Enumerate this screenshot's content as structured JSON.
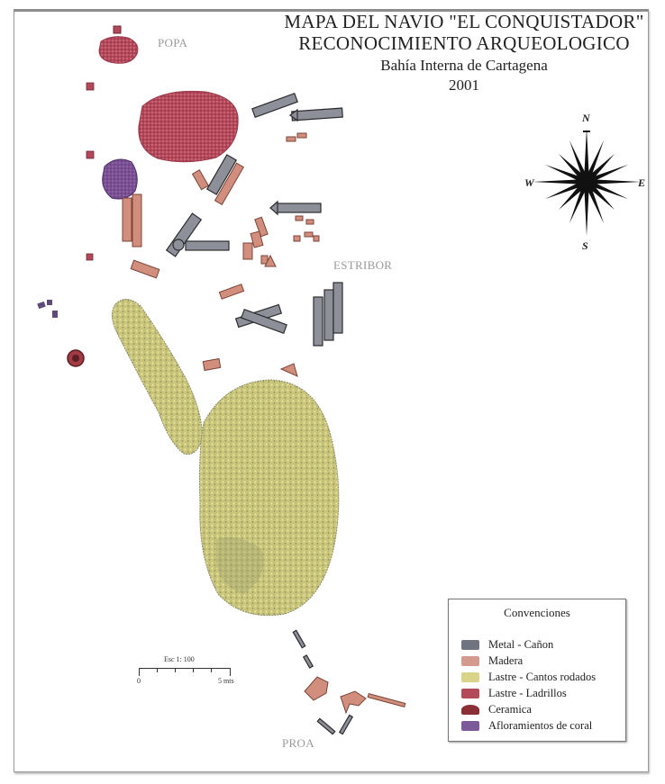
{
  "title": {
    "line1": "MAPA DEL NAVIO  \"EL CONQUISTADOR\"",
    "line2": "RECONOCIMIENTO ARQUEOLOGICO",
    "line3": "Bahía Interna de Cartagena",
    "year": "2001"
  },
  "orientation_labels": {
    "popa": "POPA",
    "estribor": "ESTRIBOR",
    "proa": "PROA"
  },
  "compass": {
    "icon": "compass-rose-icon",
    "north": "N",
    "south": "S",
    "east": "E",
    "west": "W"
  },
  "scale_bar": {
    "title": "Esc 1: 100",
    "start": "0",
    "end": "5 mts"
  },
  "legend": {
    "title": "Convenciones",
    "items": [
      {
        "label": "Metal - Cañon",
        "icon": "metal-cannon-swatch",
        "color": "#6f7480"
      },
      {
        "label": "Madera",
        "icon": "wood-swatch",
        "color": "#d49a8e"
      },
      {
        "label": "Lastre - Cantos rodados",
        "icon": "ballast-stones-swatch",
        "color": "#d9d48a"
      },
      {
        "label": "Lastre - Ladrillos",
        "icon": "ballast-bricks-swatch",
        "color": "#b24a5a"
      },
      {
        "label": "Ceramica",
        "icon": "ceramic-swatch",
        "color": "#8a2f35"
      },
      {
        "label": "Afloramientos de coral",
        "icon": "coral-swatch",
        "color": "#7c5a9a"
      }
    ]
  },
  "colors": {
    "brick": "#b5475a",
    "wood": "#d28e7c",
    "metal": "#8d9098",
    "ballast": "#c8c56a",
    "coral": "#7b4f93",
    "ceramic": "#8a2f35",
    "label_gray": "#9a9a9a"
  }
}
